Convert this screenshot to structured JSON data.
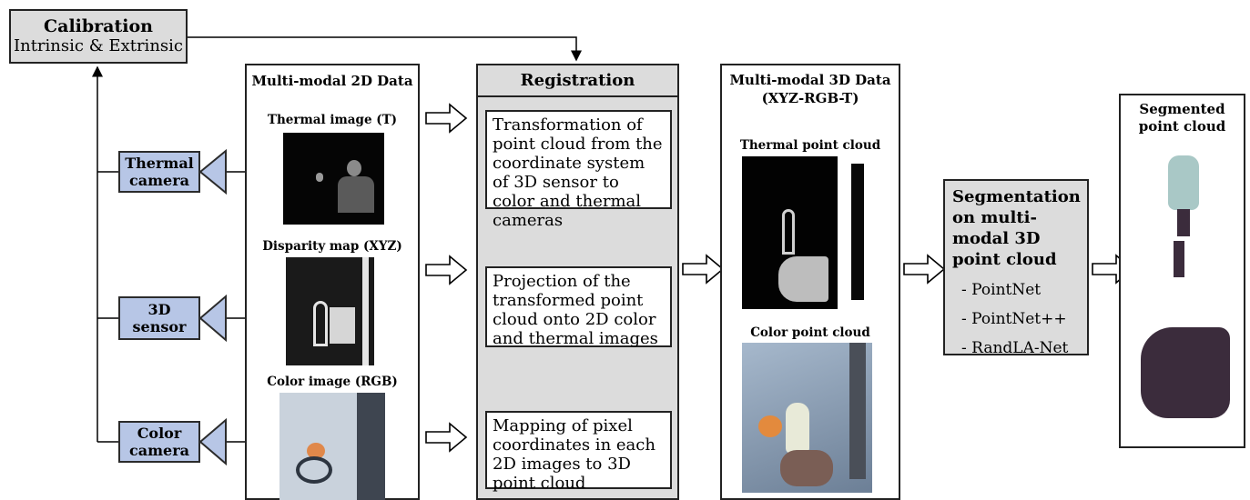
{
  "calibration": {
    "title": "Calibration",
    "subtitle": "Intrinsic & Extrinsic"
  },
  "cameras": [
    {
      "label": "Thermal\ncamera"
    },
    {
      "label": "3D sensor"
    },
    {
      "label": "Color\ncamera"
    }
  ],
  "data2d": {
    "title": "Multi-modal 2D Data",
    "thermal_label": "Thermal image (T)",
    "disparity_label": "Disparity map (XYZ)",
    "color_label": "Color image (RGB)"
  },
  "registration": {
    "title": "Registration",
    "steps": [
      "Transformation of point cloud from the coordinate system of 3D sensor to color and thermal cameras",
      "Projection of the transformed point cloud onto 2D color and thermal images",
      "Mapping of pixel coordinates in each 2D images to 3D point cloud"
    ]
  },
  "data3d": {
    "title": "Multi-modal 3D Data\n(XYZ-RGB-T)",
    "thermal_label": "Thermal point cloud",
    "color_label": "Color point cloud"
  },
  "segmentation": {
    "title": "Segmentation on multi-modal 3D point cloud",
    "items": [
      "- PointNet",
      "- PointNet++",
      "- RandLA-Net"
    ]
  },
  "output": {
    "title": "Segmented point cloud"
  },
  "colors": {
    "camera_fill": "#b7c6e6",
    "panel_gray": "#dcdcdc"
  }
}
